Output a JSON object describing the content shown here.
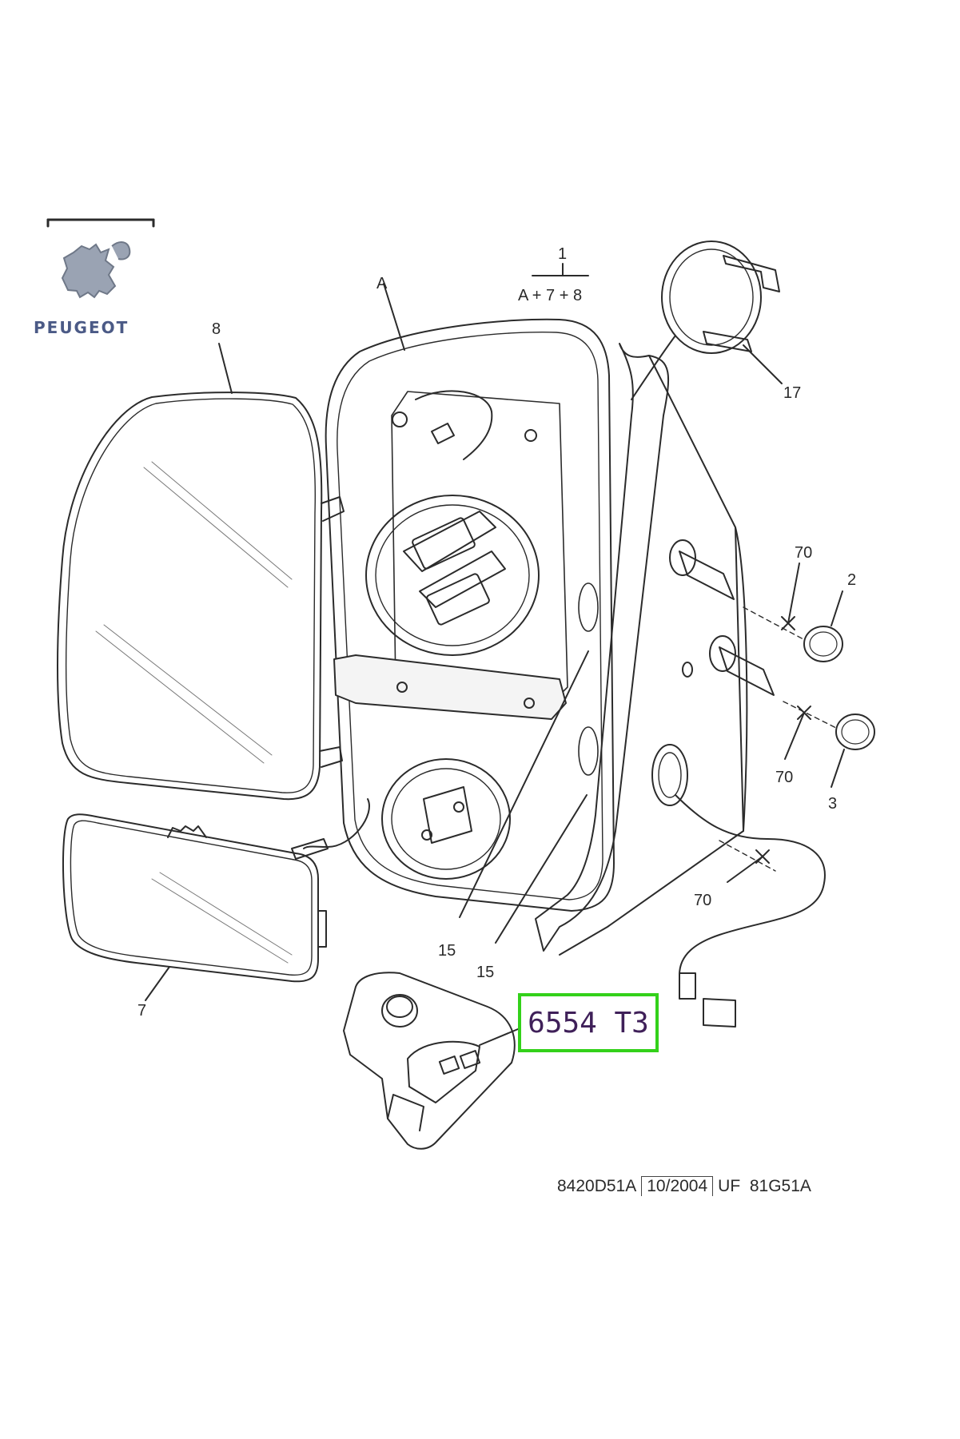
{
  "brand": {
    "name": "PEUGEOT"
  },
  "assembly": {
    "number": "1",
    "formula": "A + 7 + 8"
  },
  "labels": {
    "housing": "A",
    "mirror_glass_upper": "8",
    "mirror_glass_lower": "7",
    "bracket_ring": "17",
    "screw_70_upper": "70",
    "cap_2": "2",
    "screw_70_middle": "70",
    "cap_3": "3",
    "screw_70_lower": "70",
    "grommet_15_a": "15",
    "grommet_15_b": "15"
  },
  "highlight": {
    "reference": "6554 T3",
    "border_color": "#33d11a",
    "text_color": "#3f2059"
  },
  "footer": {
    "drawing_code": "8420D51A",
    "date": "10/2004",
    "uf_code": "UF  81G51A"
  }
}
